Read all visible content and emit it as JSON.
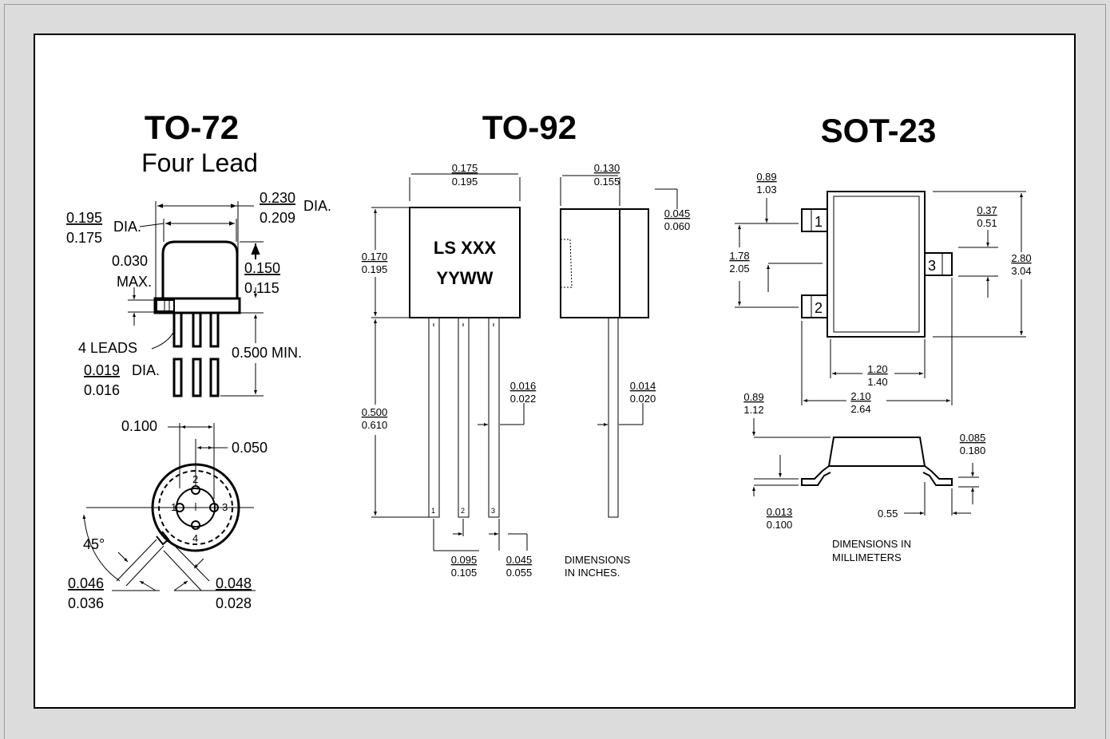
{
  "to72": {
    "title": "TO-72",
    "subtitle": "Four Lead",
    "dia_outer_top": "0.230",
    "dia_outer_bottom": "0.209",
    "dia_outer_suffix": "DIA.",
    "dia_inner_top": "0.195",
    "dia_inner_bottom": "0.175",
    "dia_inner_suffix": "DIA.",
    "flange_value": "0.030",
    "flange_note": "MAX.",
    "height_top": "0.150",
    "height_bottom": "0.115",
    "leads_label": "4 LEADS",
    "lead_length": "0.500 MIN.",
    "lead_dia_top": "0.019",
    "lead_dia_bottom": "0.016",
    "lead_dia_suffix": "DIA.",
    "pitch_large": "0.100",
    "pitch_small": "0.050",
    "pins": [
      "1",
      "2",
      "3",
      "4"
    ],
    "angle": "45°",
    "tab_width_top": "0.046",
    "tab_width_bottom": "0.036",
    "tab_depth_top": "0.048",
    "tab_depth_bottom": "0.028"
  },
  "to92": {
    "title": "TO-92",
    "marking_line1": "LS XXX",
    "marking_line2": "YYWW",
    "width_top": "0.175",
    "width_bottom": "0.195",
    "body_height_top": "0.170",
    "body_height_bottom": "0.195",
    "lead_length_top": "0.500",
    "lead_length_bottom": "0.610",
    "lead_width_top": "0.016",
    "lead_width_bottom": "0.022",
    "pitch_top": "0.095",
    "pitch_bottom": "0.105",
    "spacing_top": "0.045",
    "spacing_bottom": "0.055",
    "side_width_top": "0.130",
    "side_width_bottom": "0.155",
    "side_step_top": "0.045",
    "side_step_bottom": "0.060",
    "side_lead_top": "0.014",
    "side_lead_bottom": "0.020",
    "pins": [
      "1",
      "2",
      "3"
    ],
    "note_line1": "DIMENSIONS",
    "note_line2": "IN INCHES."
  },
  "sot23": {
    "title": "SOT-23",
    "pad_top": "0.89",
    "pad_bottom": "1.03",
    "pitch_top": "1.78",
    "pitch_bottom": "2.05",
    "lead_top": "0.37",
    "lead_bottom": "0.51",
    "height_top": "2.80",
    "height_bottom": "3.04",
    "body_width_top": "1.20",
    "body_width_bottom": "1.40",
    "overall_top": "2.10",
    "overall_bottom": "2.64",
    "profile_height_top": "0.89",
    "profile_height_bottom": "1.12",
    "thickness_top": "0.085",
    "thickness_bottom": "0.180",
    "standoff_top": "0.013",
    "standoff_bottom": "0.100",
    "foot": "0.55",
    "pins": [
      "1",
      "2",
      "3"
    ],
    "note_line1": "DIMENSIONS IN",
    "note_line2": "MILLIMETERS"
  }
}
